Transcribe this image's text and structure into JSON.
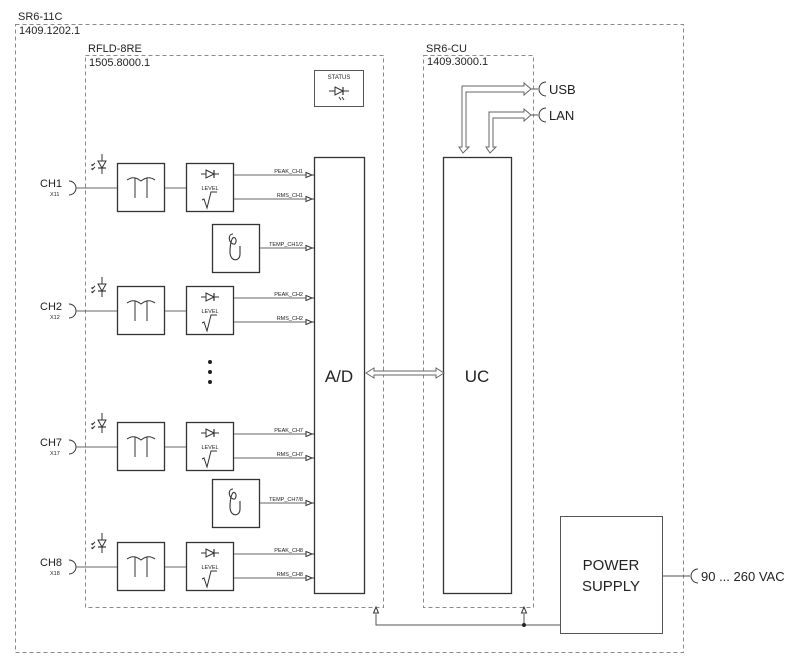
{
  "enclosure": {
    "name": "SR6-11C",
    "part_number": "1409.1202.1"
  },
  "rf_board": {
    "name": "RFLD-8RE",
    "part_number": "1505.8000.1",
    "status_label": "STATUS"
  },
  "control_unit": {
    "name": "SR6-CU",
    "part_number": "1409.3000.1"
  },
  "blocks": {
    "ad": "A/D",
    "uc": "UC",
    "power_supply_line1": "POWER",
    "power_supply_line2": "SUPPLY",
    "level_label": "LEVEL"
  },
  "channels": [
    {
      "name": "CH1",
      "connector": "X11",
      "peak": "PEAK_CH1",
      "rms": "RMS_CH1"
    },
    {
      "name": "CH2",
      "connector": "X12",
      "peak": "PEAK_CH2",
      "rms": "RMS_CH2"
    },
    {
      "name": "CH7",
      "connector": "X17",
      "peak": "PEAK_CH7",
      "rms": "RMS_CH7"
    },
    {
      "name": "CH8",
      "connector": "X18",
      "peak": "PEAK_CH8",
      "rms": "RMS_CH8"
    }
  ],
  "temperature_sensors": [
    {
      "signal": "TEMP_CH1/2"
    },
    {
      "signal": "TEMP_CH7/8"
    }
  ],
  "interfaces": {
    "usb": "USB",
    "lan": "LAN",
    "mains": "90 ... 260 VAC"
  },
  "icons": {
    "filter": "bandpass-filter-icon",
    "detector": "diode-icon",
    "sqrt": "square-root-icon",
    "thermistor": "thermistor-icon",
    "led": "led-icon"
  }
}
